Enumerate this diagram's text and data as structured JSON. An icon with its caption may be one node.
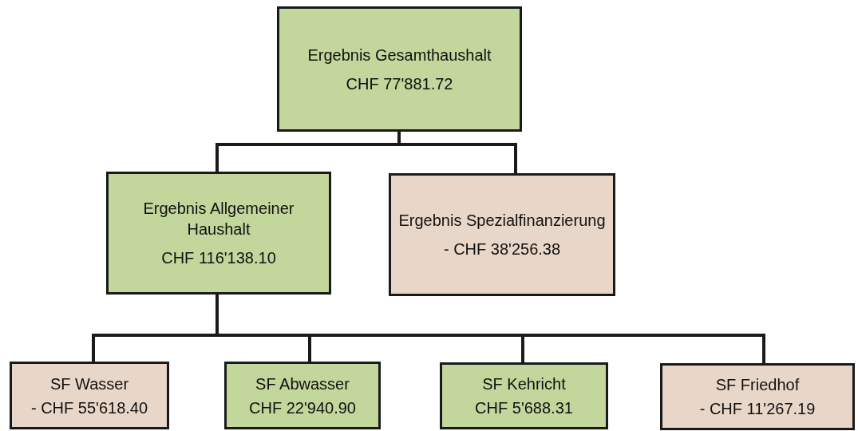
{
  "diagram": {
    "nodes": [
      {
        "text": [
          "Ergebnis Gesamthaushalt",
          "CHF 77'881.72"
        ]
      },
      {
        "text": [
          "Ergebnis Allgemeiner Haushalt",
          "CHF 116'138.10"
        ]
      },
      {
        "text": [
          "Ergebnis Spezialfinanzierung",
          "- CHF 38'256.38"
        ]
      },
      {
        "text": [
          "SF Wasser",
          "- CHF 55'618.40"
        ]
      },
      {
        "text": [
          "SF Abwasser",
          "CHF 22'940.90"
        ]
      },
      {
        "text": [
          "SF Kehricht",
          "CHF 5'688.31"
        ]
      },
      {
        "text": [
          "SF Friedhof",
          "- CHF 11'267.19"
        ]
      }
    ],
    "edges": [
      {
        "from": 0,
        "to": 1,
        "arrow": "none"
      },
      {
        "from": 0,
        "to": 2,
        "arrow": "none"
      },
      {
        "from": 1,
        "to": 3,
        "arrow": "none"
      },
      {
        "from": 1,
        "to": 4,
        "arrow": "none"
      },
      {
        "from": 1,
        "to": 5,
        "arrow": "none"
      },
      {
        "from": 1,
        "to": 6,
        "arrow": "none"
      }
    ]
  }
}
